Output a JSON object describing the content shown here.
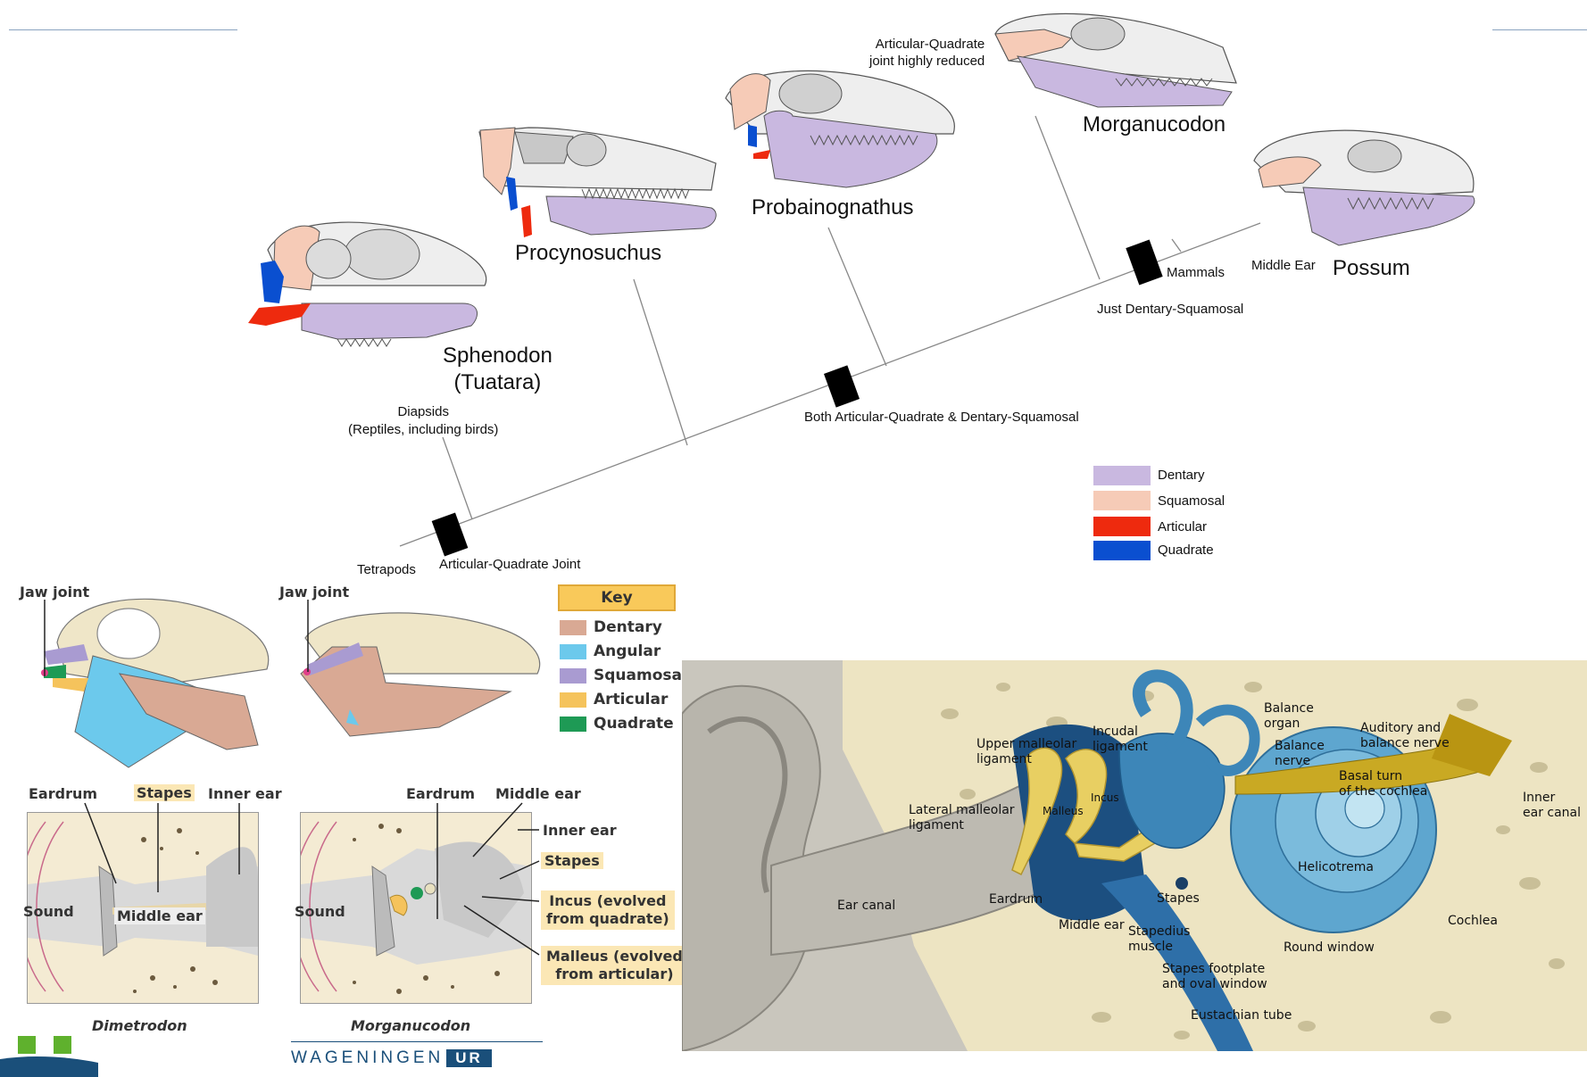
{
  "cladogram": {
    "taxa": {
      "sphenodon": [
        "Sphenodon",
        "(Tuatara)"
      ],
      "procynosuchus": "Procynosuchus",
      "probainognathus": "Probainognathus",
      "morganucodon": "Morganucodon",
      "possum": "Possum"
    },
    "annotations": {
      "articular_quadrate_reduced": [
        "Articular-Quadrate",
        "joint highly reduced"
      ],
      "middle_ear": "Middle Ear",
      "mammals": "Mammals",
      "just_dentary_squamosal": "Just Dentary-Squamosal",
      "both_joints": "Both Articular-Quadrate & Dentary-Squamosal",
      "diapsids": [
        "Diapsids",
        "(Reptiles, including birds)"
      ],
      "tetrapods": "Tetrapods",
      "articular_quadrate_joint": "Articular-Quadrate Joint"
    },
    "legend": [
      {
        "label": "Dentary",
        "color": "#c9b8e0"
      },
      {
        "label": "Squamosal",
        "color": "#f6cbb7"
      },
      {
        "label": "Articular",
        "color": "#ee2a0e"
      },
      {
        "label": "Quadrate",
        "color": "#0a4fd0"
      }
    ]
  },
  "comparison": {
    "jaw_joint_left": "Jaw joint",
    "jaw_joint_right": "Jaw joint",
    "key_title": "Key",
    "key": [
      {
        "label": "Dentary",
        "color": "#d9a994"
      },
      {
        "label": "Angular",
        "color": "#6cc9ec"
      },
      {
        "label": "Squamosal",
        "color": "#a99bd1"
      },
      {
        "label": "Articular",
        "color": "#f5c35c"
      },
      {
        "label": "Quadrate",
        "color": "#1e9a55"
      }
    ],
    "dimetrodon": {
      "eardrum": "Eardrum",
      "stapes": "Stapes",
      "inner_ear": "Inner ear",
      "sound": "Sound",
      "middle_ear": "Middle ear",
      "caption": "Dimetrodon"
    },
    "morganucodon": {
      "eardrum": "Eardrum",
      "middle_ear": "Middle ear",
      "inner_ear": "Inner ear",
      "stapes": "Stapes",
      "sound": "Sound",
      "incus": [
        "Incus (evolved",
        "from quadrate)"
      ],
      "malleus": [
        "Malleus (evolved",
        "from articular)"
      ],
      "caption": "Morganucodon"
    }
  },
  "ear": {
    "labels": {
      "balance_organ": [
        "Balance",
        "organ"
      ],
      "upper_malleolar": [
        "Upper malleolar",
        "ligament"
      ],
      "incudal": [
        "Incudal",
        "ligament"
      ],
      "auditory_nerve": [
        "Auditory and",
        "balance nerve"
      ],
      "balance_nerve": [
        "Balance",
        "nerve"
      ],
      "basal_turn": [
        "Basal turn",
        "of the cochlea"
      ],
      "lateral_malleolar": [
        "Lateral malleolar",
        "ligament"
      ],
      "malleus": "Malleus",
      "incus": "Incus",
      "inner_ear_canal": [
        "Inner",
        "ear canal"
      ],
      "helicotrema": "Helicotrema",
      "ear_canal": "Ear canal",
      "eardrum": "Eardrum",
      "stapes": "Stapes",
      "cochlea": "Cochlea",
      "middle_ear": "Middle ear",
      "stapedius": [
        "Stapedius",
        "muscle"
      ],
      "round_window": "Round window",
      "stapes_footplate": [
        "Stapes footplate",
        "and oval window"
      ],
      "eustachian": "Eustachian tube"
    }
  },
  "footer": {
    "brand": "WAGENINGEN",
    "brand_box": "UR"
  }
}
